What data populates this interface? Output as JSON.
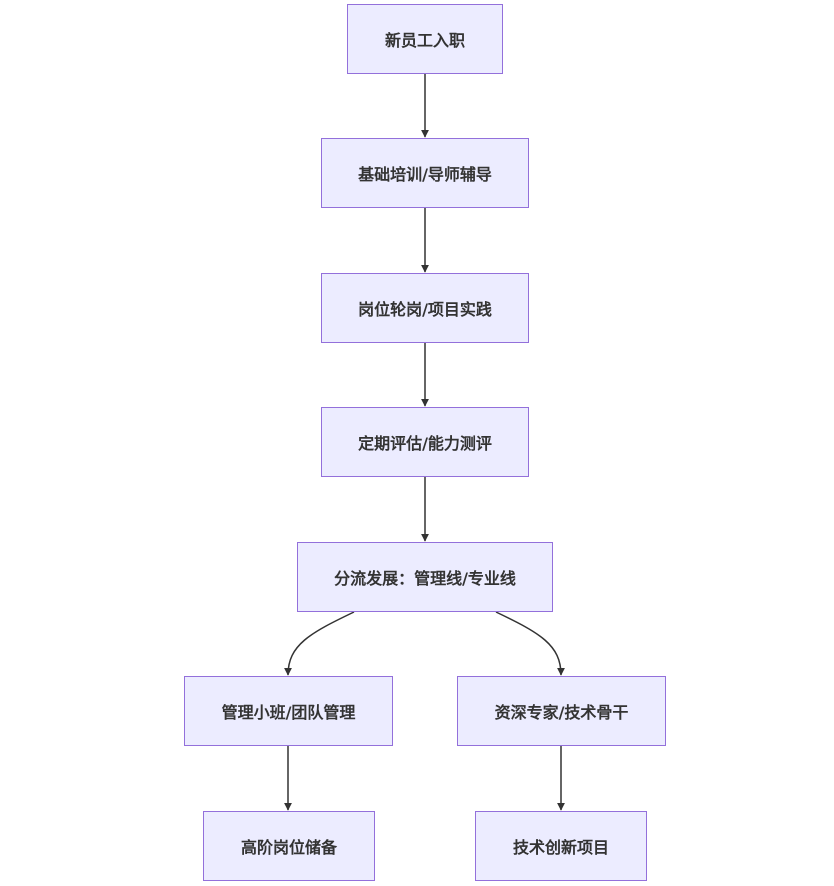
{
  "nodes": {
    "onboarding": "新员工入职",
    "training": "基础培训/导师辅导",
    "rotation": "岗位轮岗/项目实践",
    "assessment": "定期评估/能力测评",
    "branching": "分流发展：管理线/专业线",
    "management": "管理小班/团队管理",
    "specialist": "资深专家/技术骨干",
    "senior_reserve": "高阶岗位储备",
    "innovation": "技术创新项目"
  },
  "edges": [
    {
      "from": "onboarding",
      "to": "training"
    },
    {
      "from": "training",
      "to": "rotation"
    },
    {
      "from": "rotation",
      "to": "assessment"
    },
    {
      "from": "assessment",
      "to": "branching"
    },
    {
      "from": "branching",
      "to": "management"
    },
    {
      "from": "branching",
      "to": "specialist"
    },
    {
      "from": "management",
      "to": "senior_reserve"
    },
    {
      "from": "specialist",
      "to": "innovation"
    }
  ],
  "colors": {
    "node_fill": "#ececff",
    "node_border": "#9370db",
    "edge": "#333333",
    "text": "#333333"
  }
}
